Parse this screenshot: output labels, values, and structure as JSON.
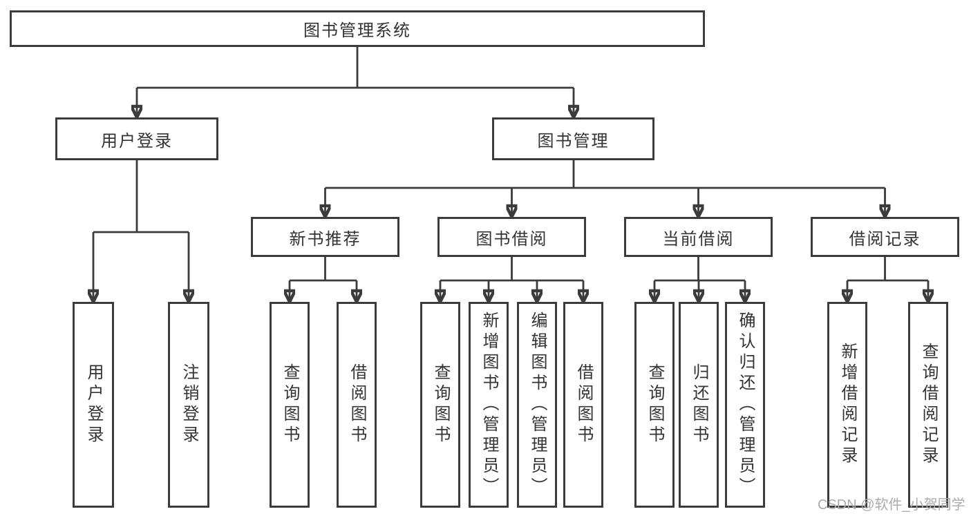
{
  "diagram": {
    "root": {
      "label": "图书管理系统"
    },
    "level2": [
      {
        "label": "用户登录"
      },
      {
        "label": "图书管理"
      }
    ],
    "level3": [
      {
        "label": "新书推荐"
      },
      {
        "label": "图书借阅"
      },
      {
        "label": "当前借阅"
      },
      {
        "label": "借阅记录"
      }
    ],
    "leaves": {
      "user_login": [
        "用户登录",
        "注销登录"
      ],
      "new_book_recommend": [
        "查询图书",
        "借阅图书"
      ],
      "book_borrow": [
        "查询图书",
        "新增图书（管理员）",
        "编辑图书（管理员）",
        "借阅图书"
      ],
      "current_borrow": [
        "查询图书",
        "归还图书",
        "确认归还（管理员）"
      ],
      "borrow_record": [
        "新增借阅记录",
        "查询借阅记录"
      ]
    },
    "watermark": "CSDN @软件_小贺同学",
    "colors": {
      "line": "#3b3b3b",
      "box_bg": "#ffffff",
      "text": "#333333",
      "watermark": "#ababab",
      "background": "#ffffff"
    }
  }
}
